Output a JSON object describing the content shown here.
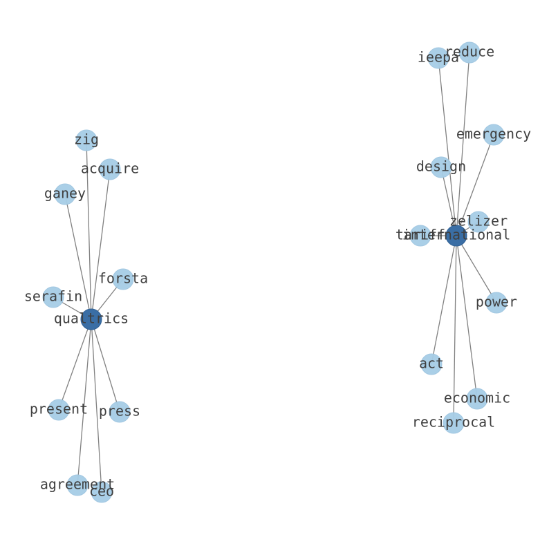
{
  "colors": {
    "hub": "#3a6ea5",
    "leaf": "#a6cde6",
    "edge": "#808080",
    "label": "#3f3f3f"
  },
  "graph": {
    "nodes": [
      {
        "id": "qualtrics",
        "label": "qualtrics",
        "role": "hub"
      },
      {
        "id": "zig",
        "label": "zig",
        "role": "leaf"
      },
      {
        "id": "acquire",
        "label": "acquire",
        "role": "leaf"
      },
      {
        "id": "ganey",
        "label": "ganey",
        "role": "leaf"
      },
      {
        "id": "forsta",
        "label": "forsta",
        "role": "leaf"
      },
      {
        "id": "serafin",
        "label": "serafin",
        "role": "leaf"
      },
      {
        "id": "present",
        "label": "present",
        "role": "leaf"
      },
      {
        "id": "press",
        "label": "press",
        "role": "leaf"
      },
      {
        "id": "agreement",
        "label": "agreement",
        "role": "leaf"
      },
      {
        "id": "ceo",
        "label": "ceo",
        "role": "leaf"
      },
      {
        "id": "international",
        "label": "international",
        "role": "hub"
      },
      {
        "id": "ieepa",
        "label": "ieepa",
        "role": "leaf"
      },
      {
        "id": "reduce",
        "label": "reduce",
        "role": "leaf"
      },
      {
        "id": "emergency",
        "label": "emergency",
        "role": "leaf"
      },
      {
        "id": "design",
        "label": "design",
        "role": "leaf"
      },
      {
        "id": "zelizer",
        "label": "zelizer",
        "role": "leaf"
      },
      {
        "id": "tariff",
        "label": "tariff",
        "role": "leaf"
      },
      {
        "id": "power",
        "label": "power",
        "role": "leaf"
      },
      {
        "id": "act",
        "label": "act",
        "role": "leaf"
      },
      {
        "id": "economic",
        "label": "economic",
        "role": "leaf"
      },
      {
        "id": "reciprocal",
        "label": "reciprocal",
        "role": "leaf"
      }
    ],
    "edges": [
      [
        "qualtrics",
        "zig"
      ],
      [
        "qualtrics",
        "acquire"
      ],
      [
        "qualtrics",
        "ganey"
      ],
      [
        "qualtrics",
        "forsta"
      ],
      [
        "qualtrics",
        "serafin"
      ],
      [
        "qualtrics",
        "present"
      ],
      [
        "qualtrics",
        "press"
      ],
      [
        "qualtrics",
        "agreement"
      ],
      [
        "qualtrics",
        "ceo"
      ],
      [
        "international",
        "ieepa"
      ],
      [
        "international",
        "reduce"
      ],
      [
        "international",
        "emergency"
      ],
      [
        "international",
        "design"
      ],
      [
        "international",
        "zelizer"
      ],
      [
        "international",
        "tariff"
      ],
      [
        "international",
        "power"
      ],
      [
        "international",
        "act"
      ],
      [
        "international",
        "economic"
      ],
      [
        "international",
        "reciprocal"
      ]
    ]
  }
}
